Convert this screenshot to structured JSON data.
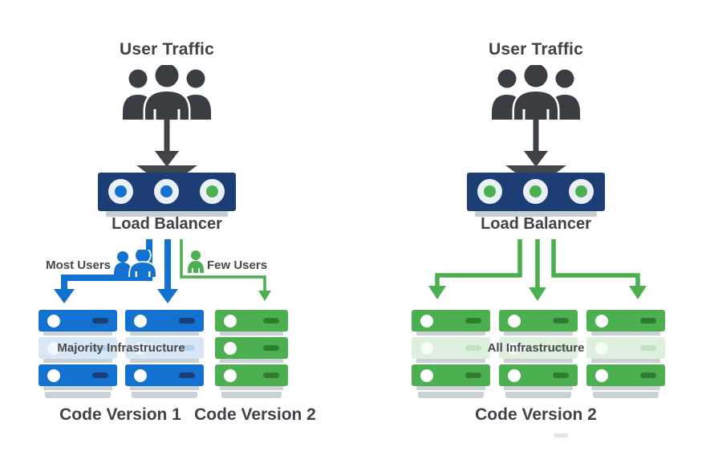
{
  "colors": {
    "blue": "#1371d0",
    "navy": "#1c3e74",
    "green": "#4caf50",
    "dark_green_dash": "#2e7d32",
    "faded_blue_row": "#d7e7f6",
    "faded_green_row": "#def0dd",
    "dark_text": "#3f4347",
    "shadow_gray": "#ccd1d5",
    "funnel_gray": "#43474c"
  },
  "left_diagram": {
    "title": "User Traffic",
    "load_balancer_label": "Load Balancer",
    "lb_dots": [
      "blue",
      "blue",
      "green"
    ],
    "most_users_label": "Most Users",
    "few_users_label": "Few Users",
    "infrastructure_label": "Majority Infrastructure",
    "blue_stacks_label": "Code Version 1",
    "green_stack_label": "Code Version 2"
  },
  "right_diagram": {
    "title": "User Traffic",
    "load_balancer_label": "Load Balancer",
    "lb_dots": [
      "green",
      "green",
      "green"
    ],
    "infrastructure_label": "All Infrastructure",
    "stacks_label": "Code Version 2"
  },
  "icons": {
    "user_group": "three-person-group-icon",
    "most_users": "two-person-blue-icon",
    "few_users": "one-person-green-icon",
    "traffic_arrow": "down-arrow",
    "branch_arrows_left": [
      "blue-elbow-arrow",
      "blue-straight-arrow",
      "green-elbow-arrow"
    ],
    "branch_arrows_right": [
      "green-elbow-arrow",
      "green-straight-arrow",
      "green-elbow-arrow"
    ]
  }
}
